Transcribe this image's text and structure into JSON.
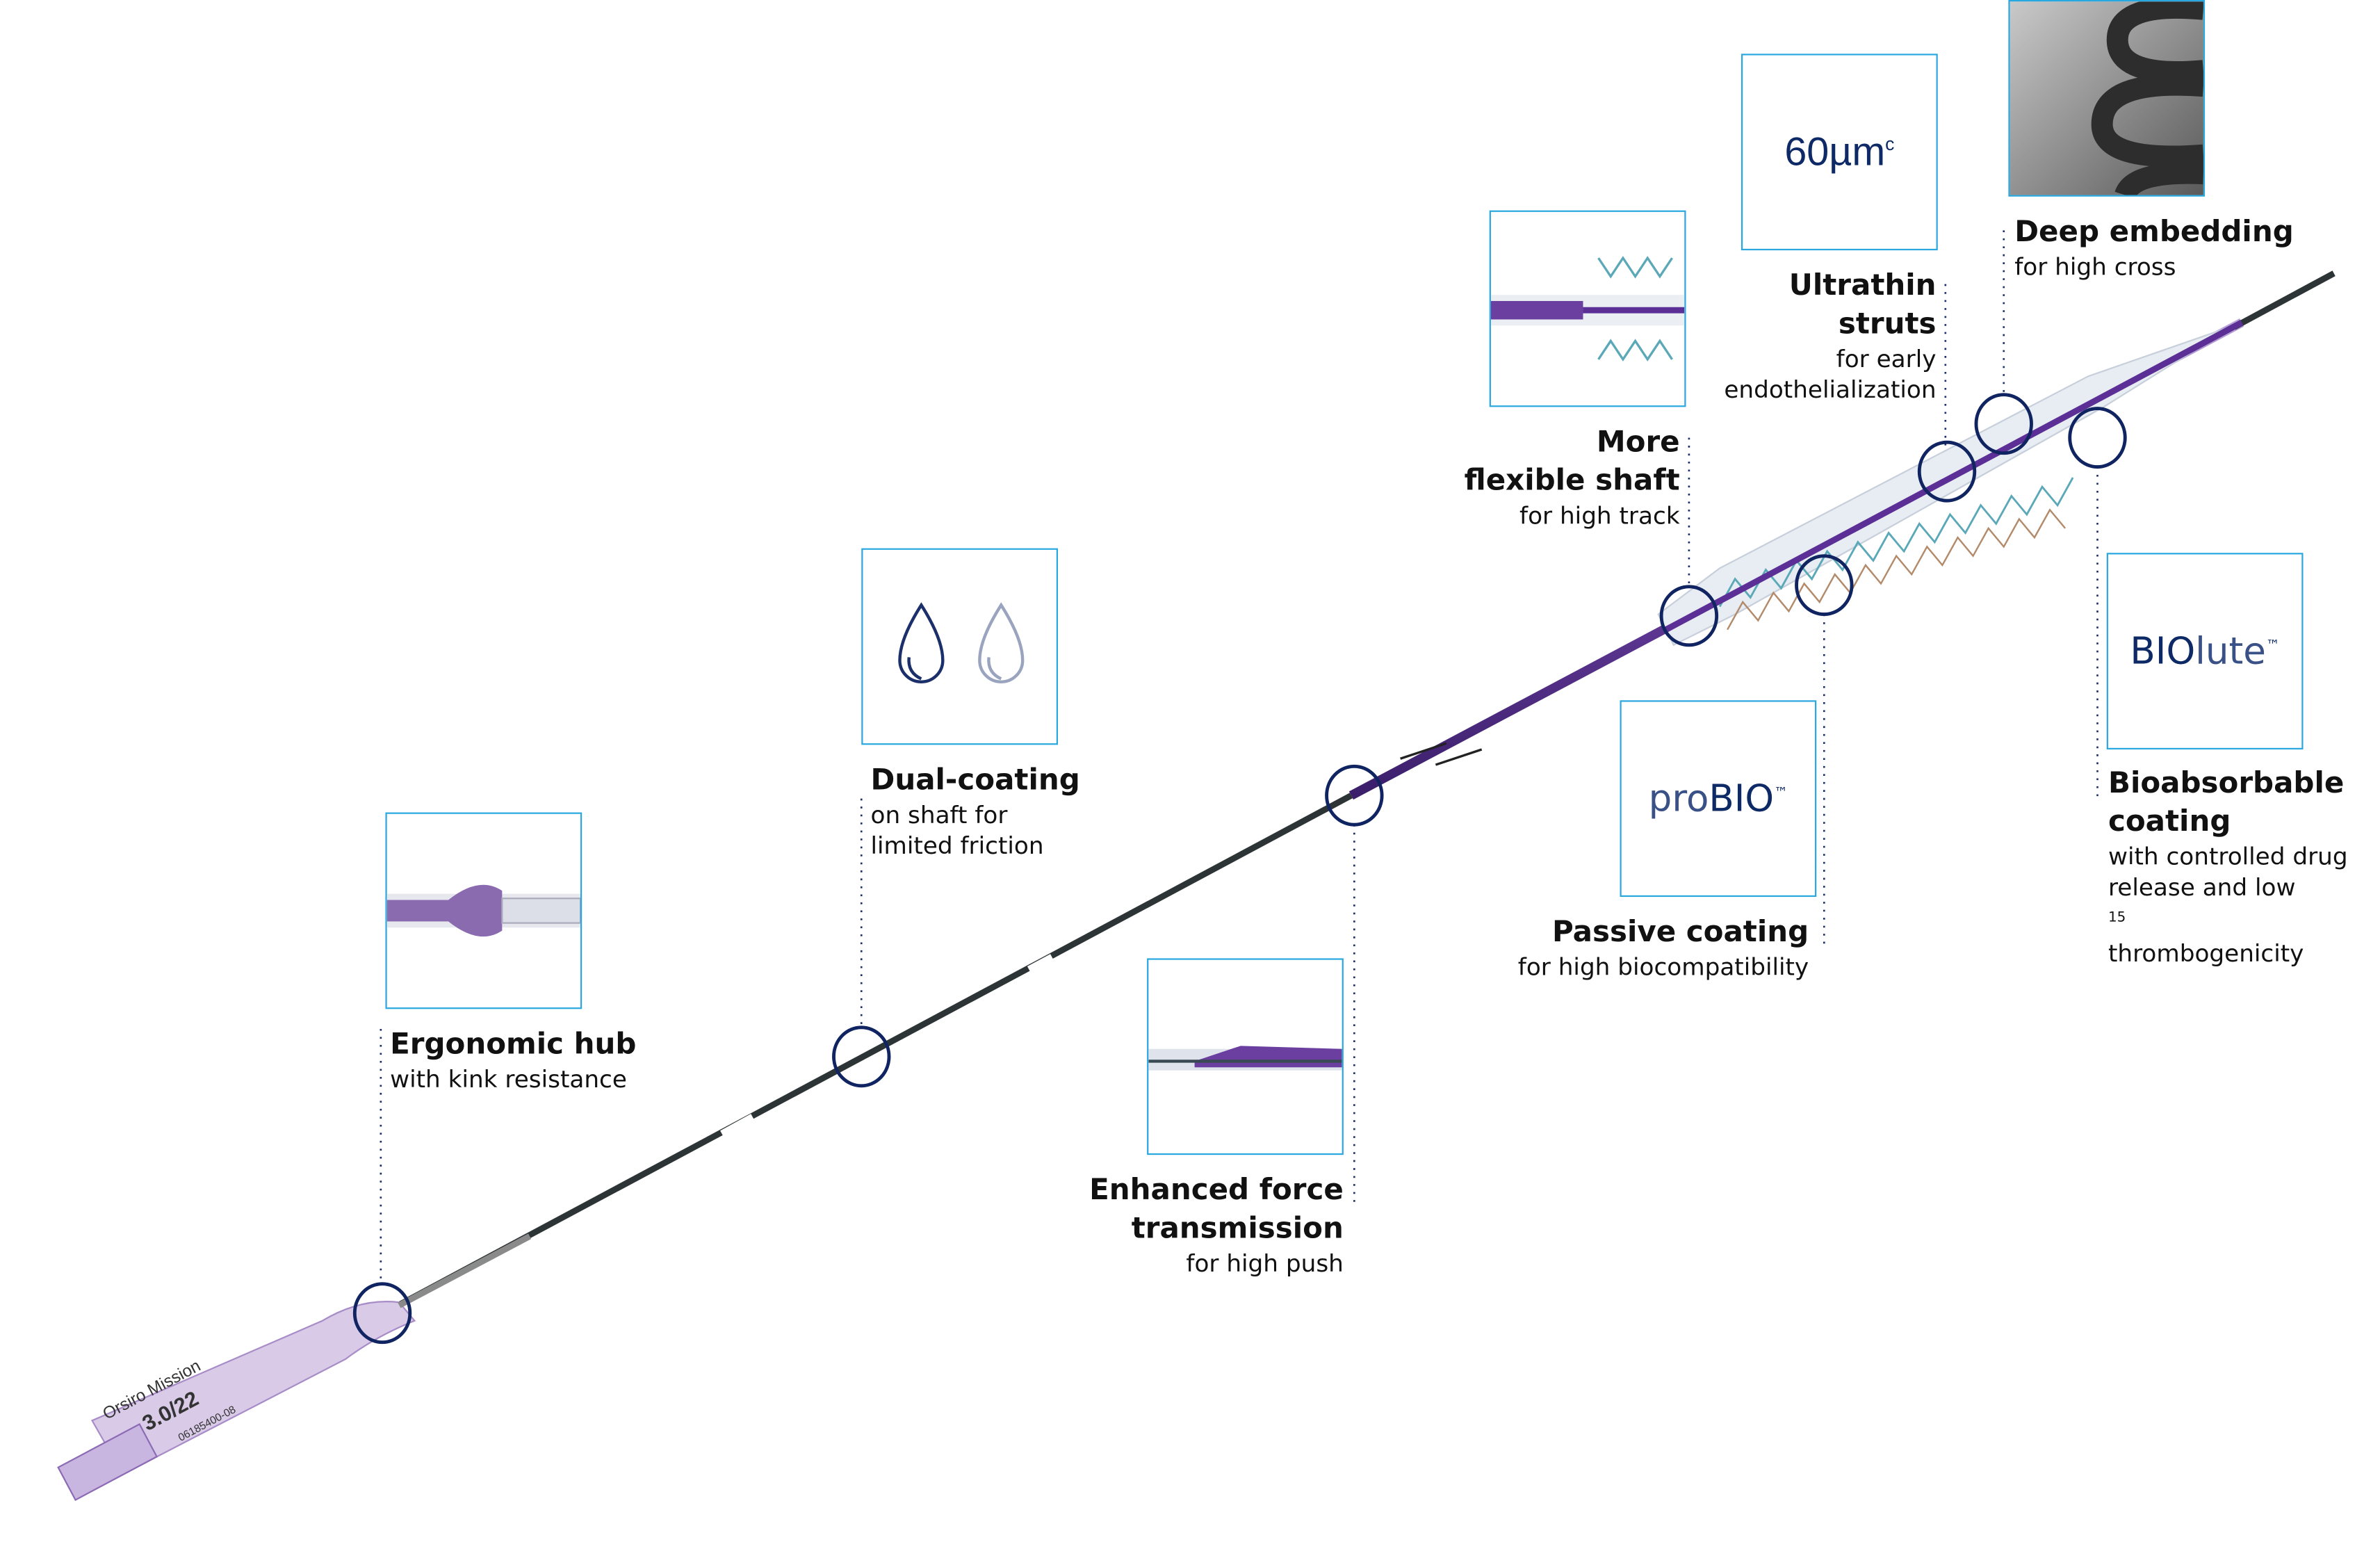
{
  "features": [
    {
      "id": "hub",
      "title": "Ergonomic hub",
      "sub": [
        "with kink resistance"
      ]
    },
    {
      "id": "dual",
      "title": "Dual-coating",
      "sub": [
        "on shaft for",
        "limited friction"
      ]
    },
    {
      "id": "force",
      "title": [
        "Enhanced force",
        "transmission"
      ],
      "sub": [
        "for high push"
      ]
    },
    {
      "id": "shaft",
      "title": [
        "More",
        "flexible shaft"
      ],
      "sub": [
        "for high track"
      ]
    },
    {
      "id": "passive",
      "title": "Passive coating",
      "sub": [
        "for high biocompatibility"
      ],
      "logo": {
        "a": "pro",
        "b": "BIO",
        "tm": "™"
      }
    },
    {
      "id": "struts",
      "title": [
        "Ultrathin",
        "struts"
      ],
      "sub": [
        "for early",
        "endothelialization"
      ],
      "logo": {
        "value": "60",
        "unit": "µm",
        "sup": "c"
      }
    },
    {
      "id": "embed",
      "title": "Deep embedding",
      "sub": [
        "for high cross"
      ]
    },
    {
      "id": "bio",
      "title": [
        "Bioabsorbable",
        "coating"
      ],
      "sub": [
        "with controlled drug",
        "release and low",
        "thrombogenicity"
      ],
      "sup": "15",
      "logo": {
        "a": "BIO",
        "b": "lute",
        "tm": "™"
      }
    }
  ],
  "hub_label": {
    "name": "Orsiro Mission",
    "size": "3.0/22",
    "code": "06185400-08"
  },
  "colors": {
    "box_border": "#29a8e0",
    "navy": "#0d2a66",
    "purple": "#6a3fa0",
    "shaft": "#2d3436"
  }
}
